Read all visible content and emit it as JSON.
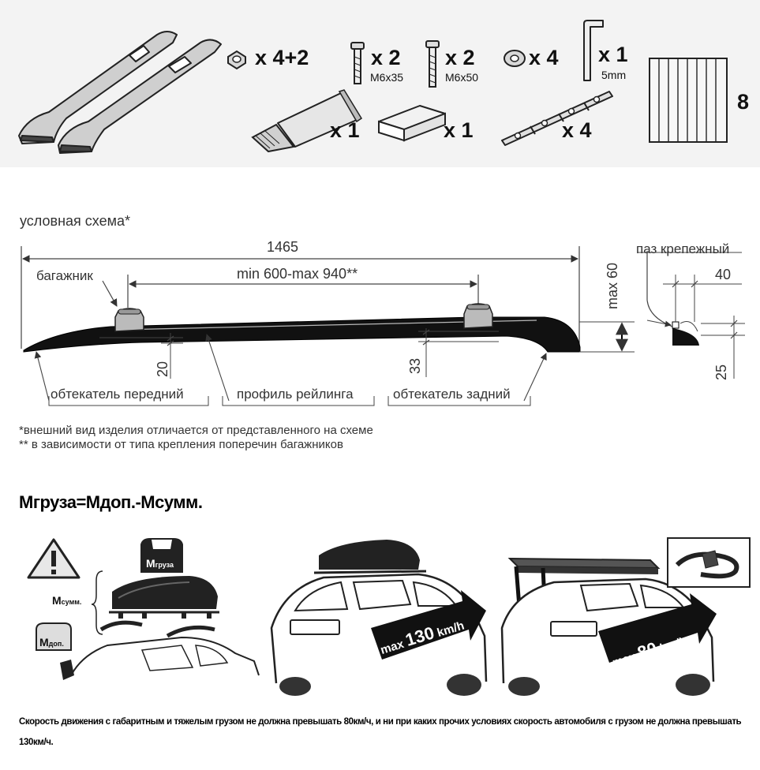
{
  "kit": {
    "items": [
      {
        "icon": "insert-nut-icon",
        "quantity": "x 4+2"
      },
      {
        "icon": "bolt-short-icon",
        "quantity": "x 2",
        "size": "M6x35"
      },
      {
        "icon": "bolt-long-icon",
        "quantity": "x 2",
        "size": "M6x50"
      },
      {
        "icon": "washer-icon",
        "quantity": "x 4"
      },
      {
        "icon": "hex-key-icon",
        "quantity": "x 1",
        "size": "5mm"
      },
      {
        "icon": "sealant-tube-icon",
        "quantity": "x 1"
      },
      {
        "icon": "spacer-block-icon",
        "quantity": "x 1"
      },
      {
        "icon": "mounting-bracket-icon",
        "quantity": "x 4"
      },
      {
        "icon": "pad-strips-icon",
        "quantity": "8"
      }
    ]
  },
  "schema": {
    "title": "условная схема*",
    "length": "1465",
    "range": "min 600-max 940**",
    "carrier_label": "багажник",
    "height_max": "max 60",
    "slot_label": "паз крепежный",
    "slot_width": "40",
    "slot_height": "25",
    "front_height": "20",
    "rear_height": "33",
    "front_fairing": "обтекатель передний",
    "profile": "профиль рейлинга",
    "rear_fairing": "обтекатель задний"
  },
  "notes": [
    "*внешний вид изделия отличается от представленного на схеме",
    "** в зависимости от типа крепления поперечин багажников"
  ],
  "load": {
    "formula": "Mгруза=Mдоп.-Mсумм.",
    "cargo_label_m": "M",
    "cargo_label_sub": "груза",
    "total_label_m": "M",
    "total_label_sub": "сумм.",
    "allowed_label_m": "M",
    "allowed_label_sub": "доп.",
    "speed_box_prefix": "max",
    "speed_box_value": "130",
    "speed_box_unit": "km/h",
    "speed_heavy_prefix": "max",
    "speed_heavy_value": "80",
    "speed_heavy_unit": "km/h"
  },
  "warning_text": "Скорость движения с габаритным и тяжелым грузом не должна превышать 80км/ч, и ни при каких прочих условиях скорость автомобиля с грузом не должна превышать 130км/ч."
}
